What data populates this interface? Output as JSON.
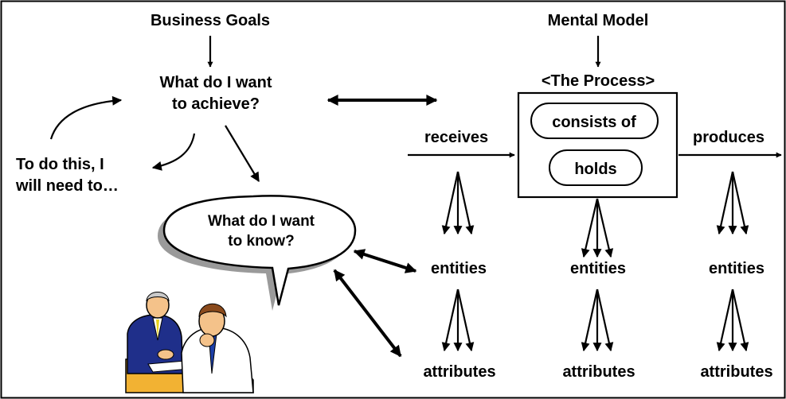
{
  "diagram": {
    "business_goals": "Business Goals",
    "mental_model": "Mental Model",
    "question_achieve_line1": "What do I want",
    "question_achieve_line2": "to achieve?",
    "todo_line1": "To do this, I",
    "todo_line2": "will need to…",
    "bubble_line1": "What do I want",
    "bubble_line2": "to know?",
    "process_title": "<The Process>",
    "consists_of": "consists of",
    "holds": "holds",
    "receives": "receives",
    "produces": "produces",
    "entities": [
      "entities",
      "entities",
      "entities"
    ],
    "attributes": [
      "attributes",
      "attributes",
      "attributes"
    ]
  },
  "icons": {
    "businessmen": "two-businessmen-clipart"
  }
}
